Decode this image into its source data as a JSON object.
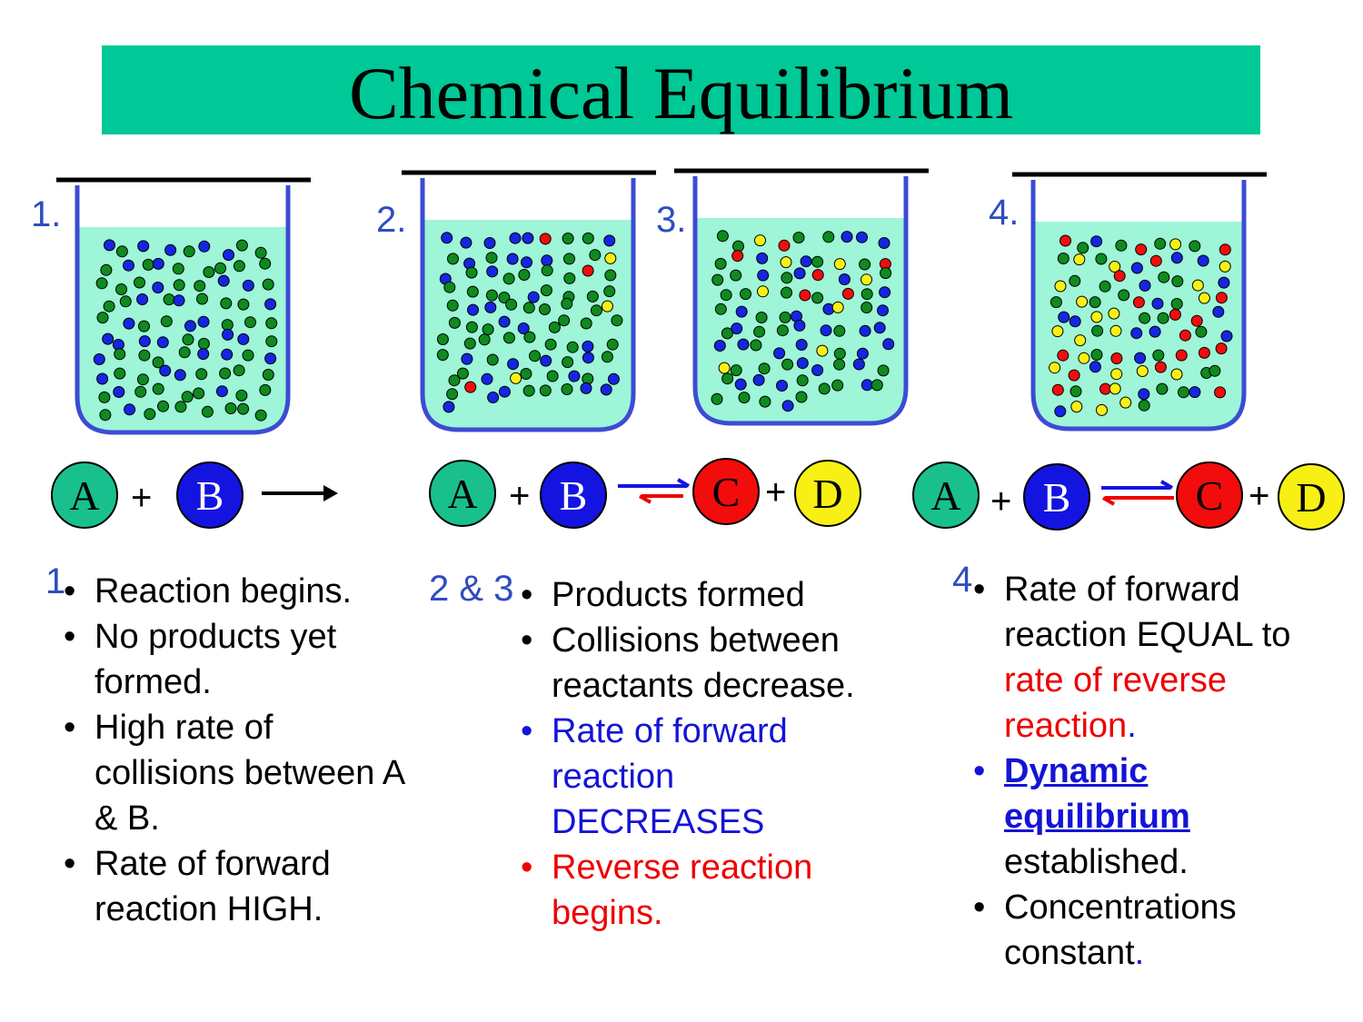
{
  "title": "Chemical Equilibrium",
  "colors": {
    "title_bar": "#00c896",
    "liquid": "#9ef5d8",
    "beaker_outline": "#3c4cd4",
    "A": "#19c08d",
    "B": "#1414e0",
    "C": "#f20c0c",
    "D": "#f8f014",
    "green_particle": "#0e8a1e",
    "blue_particle": "#1426e0",
    "red_particle": "#f20c0c",
    "yellow_particle": "#f8f014"
  },
  "beakers": [
    {
      "label": "1.",
      "composition": {
        "green": 58,
        "blue": 32,
        "red": 0,
        "yellow": 0
      }
    },
    {
      "label": "2.",
      "composition": {
        "green": 55,
        "blue": 30,
        "red": 3,
        "yellow": 3
      }
    },
    {
      "label": "3.",
      "composition": {
        "green": 40,
        "blue": 32,
        "red": 6,
        "yellow": 8
      }
    },
    {
      "label": "4.",
      "composition": {
        "green": 26,
        "blue": 18,
        "red": 20,
        "yellow": 22
      }
    }
  ],
  "equations": [
    {
      "reactants": [
        "A",
        "B"
      ],
      "products": [],
      "arrow": "forward",
      "plus": "+"
    },
    {
      "reactants": [
        "A",
        "B"
      ],
      "products": [
        "C",
        "D"
      ],
      "arrow": "equilibrium-forward-favored",
      "plus": "+"
    },
    {
      "reactants": [
        "A",
        "B"
      ],
      "products": [
        "C",
        "D"
      ],
      "arrow": "equilibrium-balanced",
      "plus": "+"
    }
  ],
  "columns": [
    {
      "number": "1.",
      "bullets": [
        [
          {
            "text": "Reaction begins.",
            "style": "black"
          }
        ],
        [
          {
            "text": "No products yet formed.",
            "style": "black"
          }
        ],
        [
          {
            "text": "High rate of collisions between A & B.",
            "style": "black"
          }
        ],
        [
          {
            "text": "Rate of forward reaction HIGH.",
            "style": "black"
          }
        ]
      ]
    },
    {
      "number": "2 & 3",
      "bullets": [
        [
          {
            "text": "Products formed",
            "style": "black"
          }
        ],
        [
          {
            "text": "Collisions between reactants decrease.",
            "style": "black"
          }
        ],
        [
          {
            "text": "Rate of forward reaction DECREASES",
            "style": "blue"
          }
        ],
        [
          {
            "text": "Reverse reaction begins.",
            "style": "red"
          }
        ]
      ]
    },
    {
      "number": "4.",
      "bullets": [
        [
          {
            "text": "Rate of forward reaction EQUAL to ",
            "style": "black"
          },
          {
            "text": "rate of reverse reaction",
            "style": "red"
          },
          {
            "text": ".",
            "style": "blue"
          }
        ],
        [
          {
            "text": "Dynamic equilibrium",
            "style": "link-strong"
          },
          {
            "text": " established.",
            "style": "black"
          }
        ],
        [
          {
            "text": "Concentrations constant",
            "style": "black"
          },
          {
            "text": ".",
            "style": "blue"
          }
        ]
      ]
    }
  ]
}
